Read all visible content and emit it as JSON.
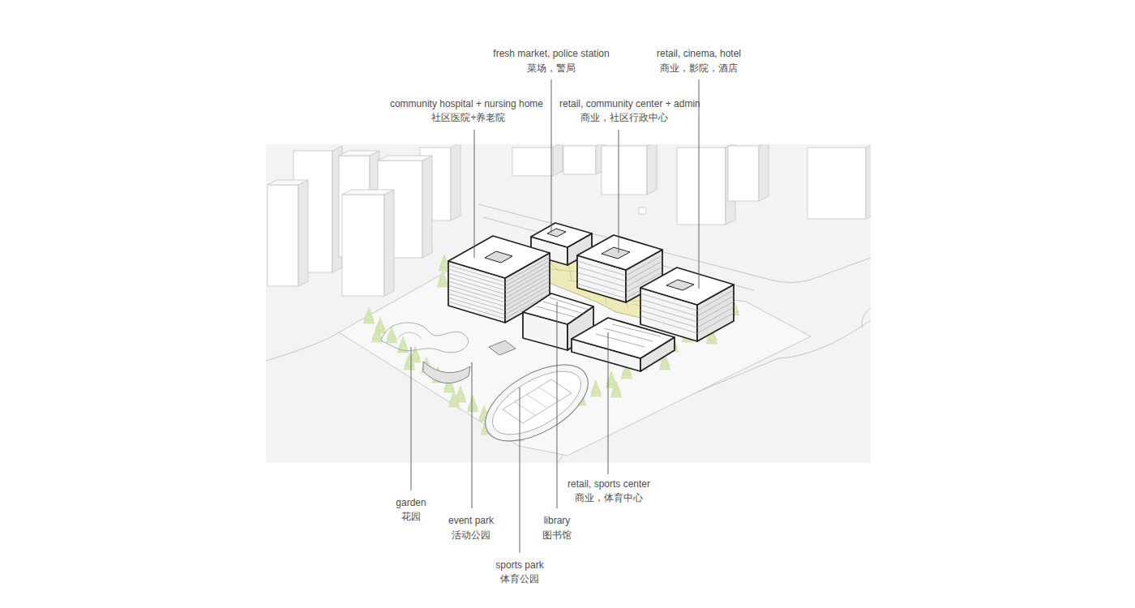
{
  "diagram": {
    "labels": [
      "fresh market, police station",
      "菜场，警局",
      "retail, cinema, hotel",
      "商业，影院，酒店",
      "community hospital + nursing home",
      "社区医院+养老院",
      "retail, community center + admin",
      "商业，社区行政中心",
      "retail, sports center",
      "商业，体育中心",
      "garden",
      "花园",
      "event park",
      "活动公园",
      "library",
      "图书馆",
      "sports park",
      "体育公园"
    ]
  }
}
